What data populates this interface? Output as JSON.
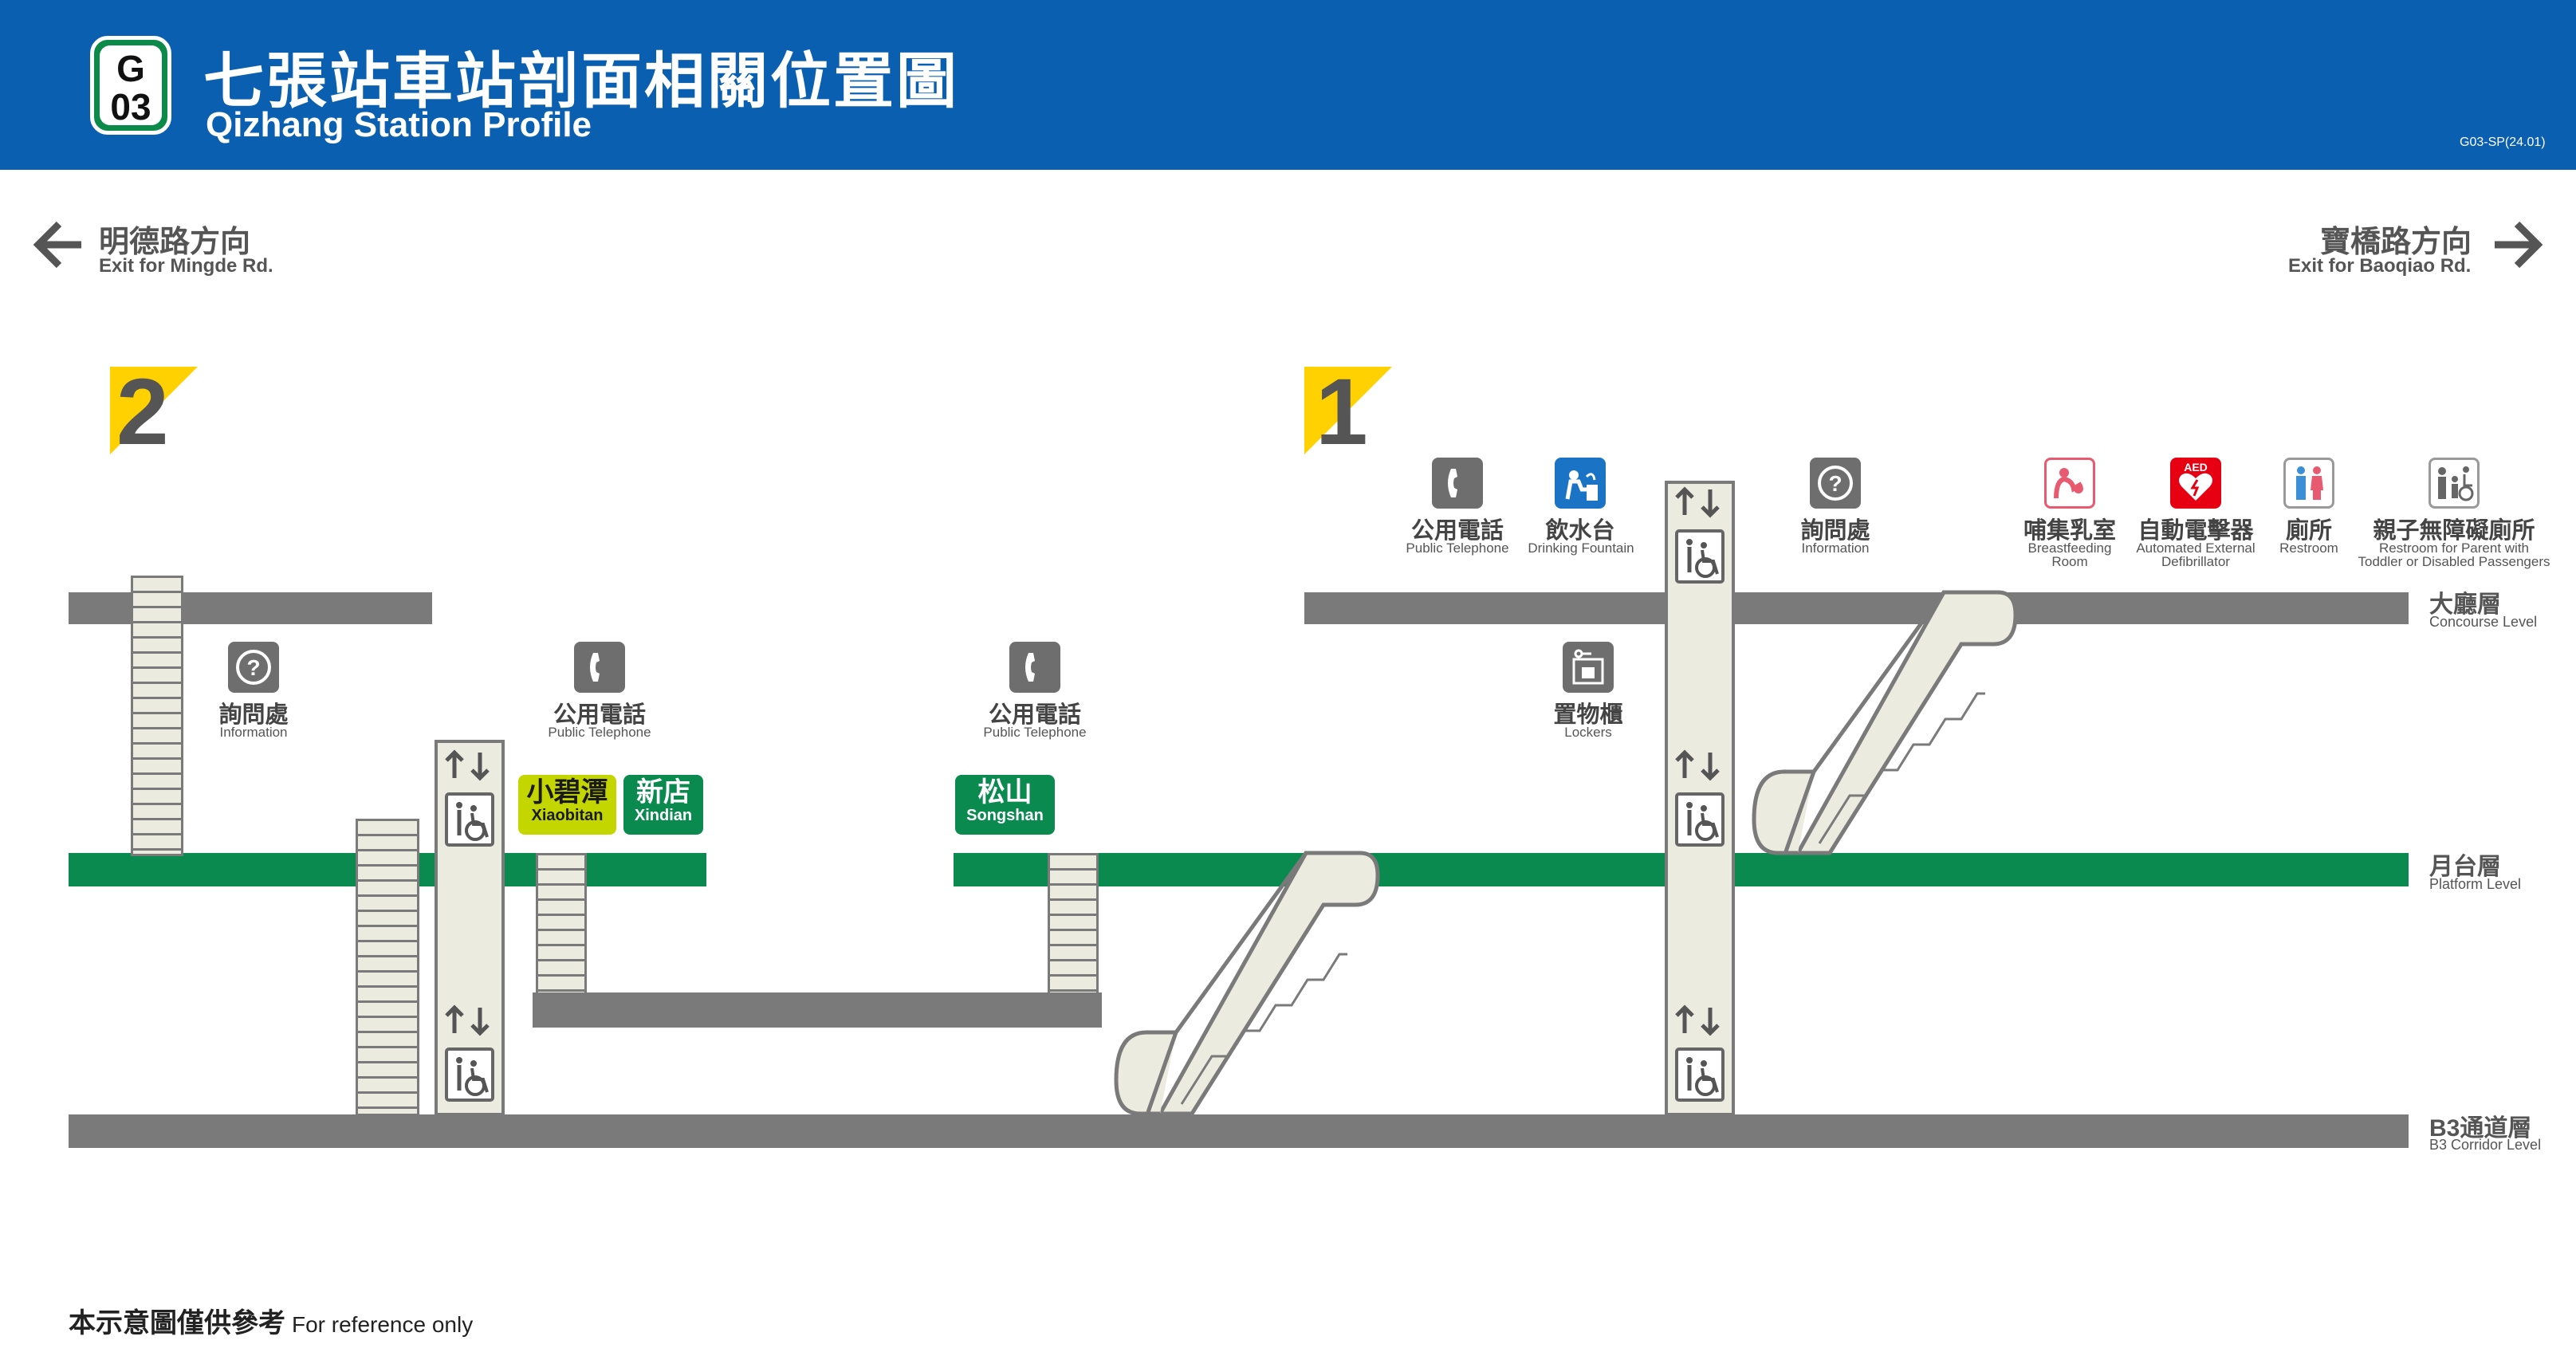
{
  "header": {
    "line_code": "G",
    "station_number": "03",
    "title_zh": "七張站車站剖面相關位置圖",
    "title_en": "Qizhang Station Profile",
    "doc_code": "G03-SP(24.01)"
  },
  "directions": {
    "left": {
      "zh": "明德路方向",
      "en": "Exit for Mingde Rd."
    },
    "right": {
      "zh": "寶橋路方向",
      "en": "Exit for Baoqiao Rd."
    }
  },
  "exits": {
    "exit_2": "2",
    "exit_1": "1"
  },
  "levels": {
    "concourse": {
      "zh": "大廳層",
      "en": "Concourse Level"
    },
    "platform": {
      "zh": "月台層",
      "en": "Platform Level"
    },
    "corridor": {
      "zh": "B3通道層",
      "en": "B3 Corridor Level"
    }
  },
  "facilities": {
    "info_left": {
      "zh": "詢問處",
      "en": "Information"
    },
    "phone_left": {
      "zh": "公用電話",
      "en": "Public Telephone"
    },
    "phone_mid": {
      "zh": "公用電話",
      "en": "Public Telephone"
    },
    "lockers": {
      "zh": "置物櫃",
      "en": "Lockers"
    },
    "phone_right": {
      "zh": "公用電話",
      "en": "Public Telephone"
    },
    "fountain": {
      "zh": "飲水台",
      "en": "Drinking Fountain"
    },
    "info_right": {
      "zh": "詢問處",
      "en": "Information"
    },
    "nursing": {
      "zh": "哺集乳室",
      "en1": "Breastfeeding",
      "en2": "Room"
    },
    "aed": {
      "zh": "自動電擊器",
      "en1": "Automated External",
      "en2": "Defibrillator",
      "badge": "AED"
    },
    "restroom": {
      "zh": "廁所",
      "en": "Restroom"
    },
    "family_restroom": {
      "zh": "親子無障礙廁所",
      "en1": "Restroom for Parent with",
      "en2": "Toddler or Disabled Passengers"
    }
  },
  "destinations": {
    "xiaobitan": {
      "zh": "小碧潭",
      "en": "Xiaobitan"
    },
    "xindian": {
      "zh": "新店",
      "en": "Xindian"
    },
    "songshan": {
      "zh": "松山",
      "en": "Songshan"
    }
  },
  "colors": {
    "header_blue": "#0b5fb0",
    "line_green": "#0a8a4f",
    "xiaobitan_lime": "#c4d600",
    "level_gray": "#7a7a7a",
    "exit_yellow": "#ffd100",
    "fountain_blue": "#1b73c5",
    "aed_red": "#e60012",
    "nursing_pink": "#e75a6f"
  },
  "footnote": {
    "zh": "本示意圖僅供參考",
    "en": "For reference only"
  }
}
